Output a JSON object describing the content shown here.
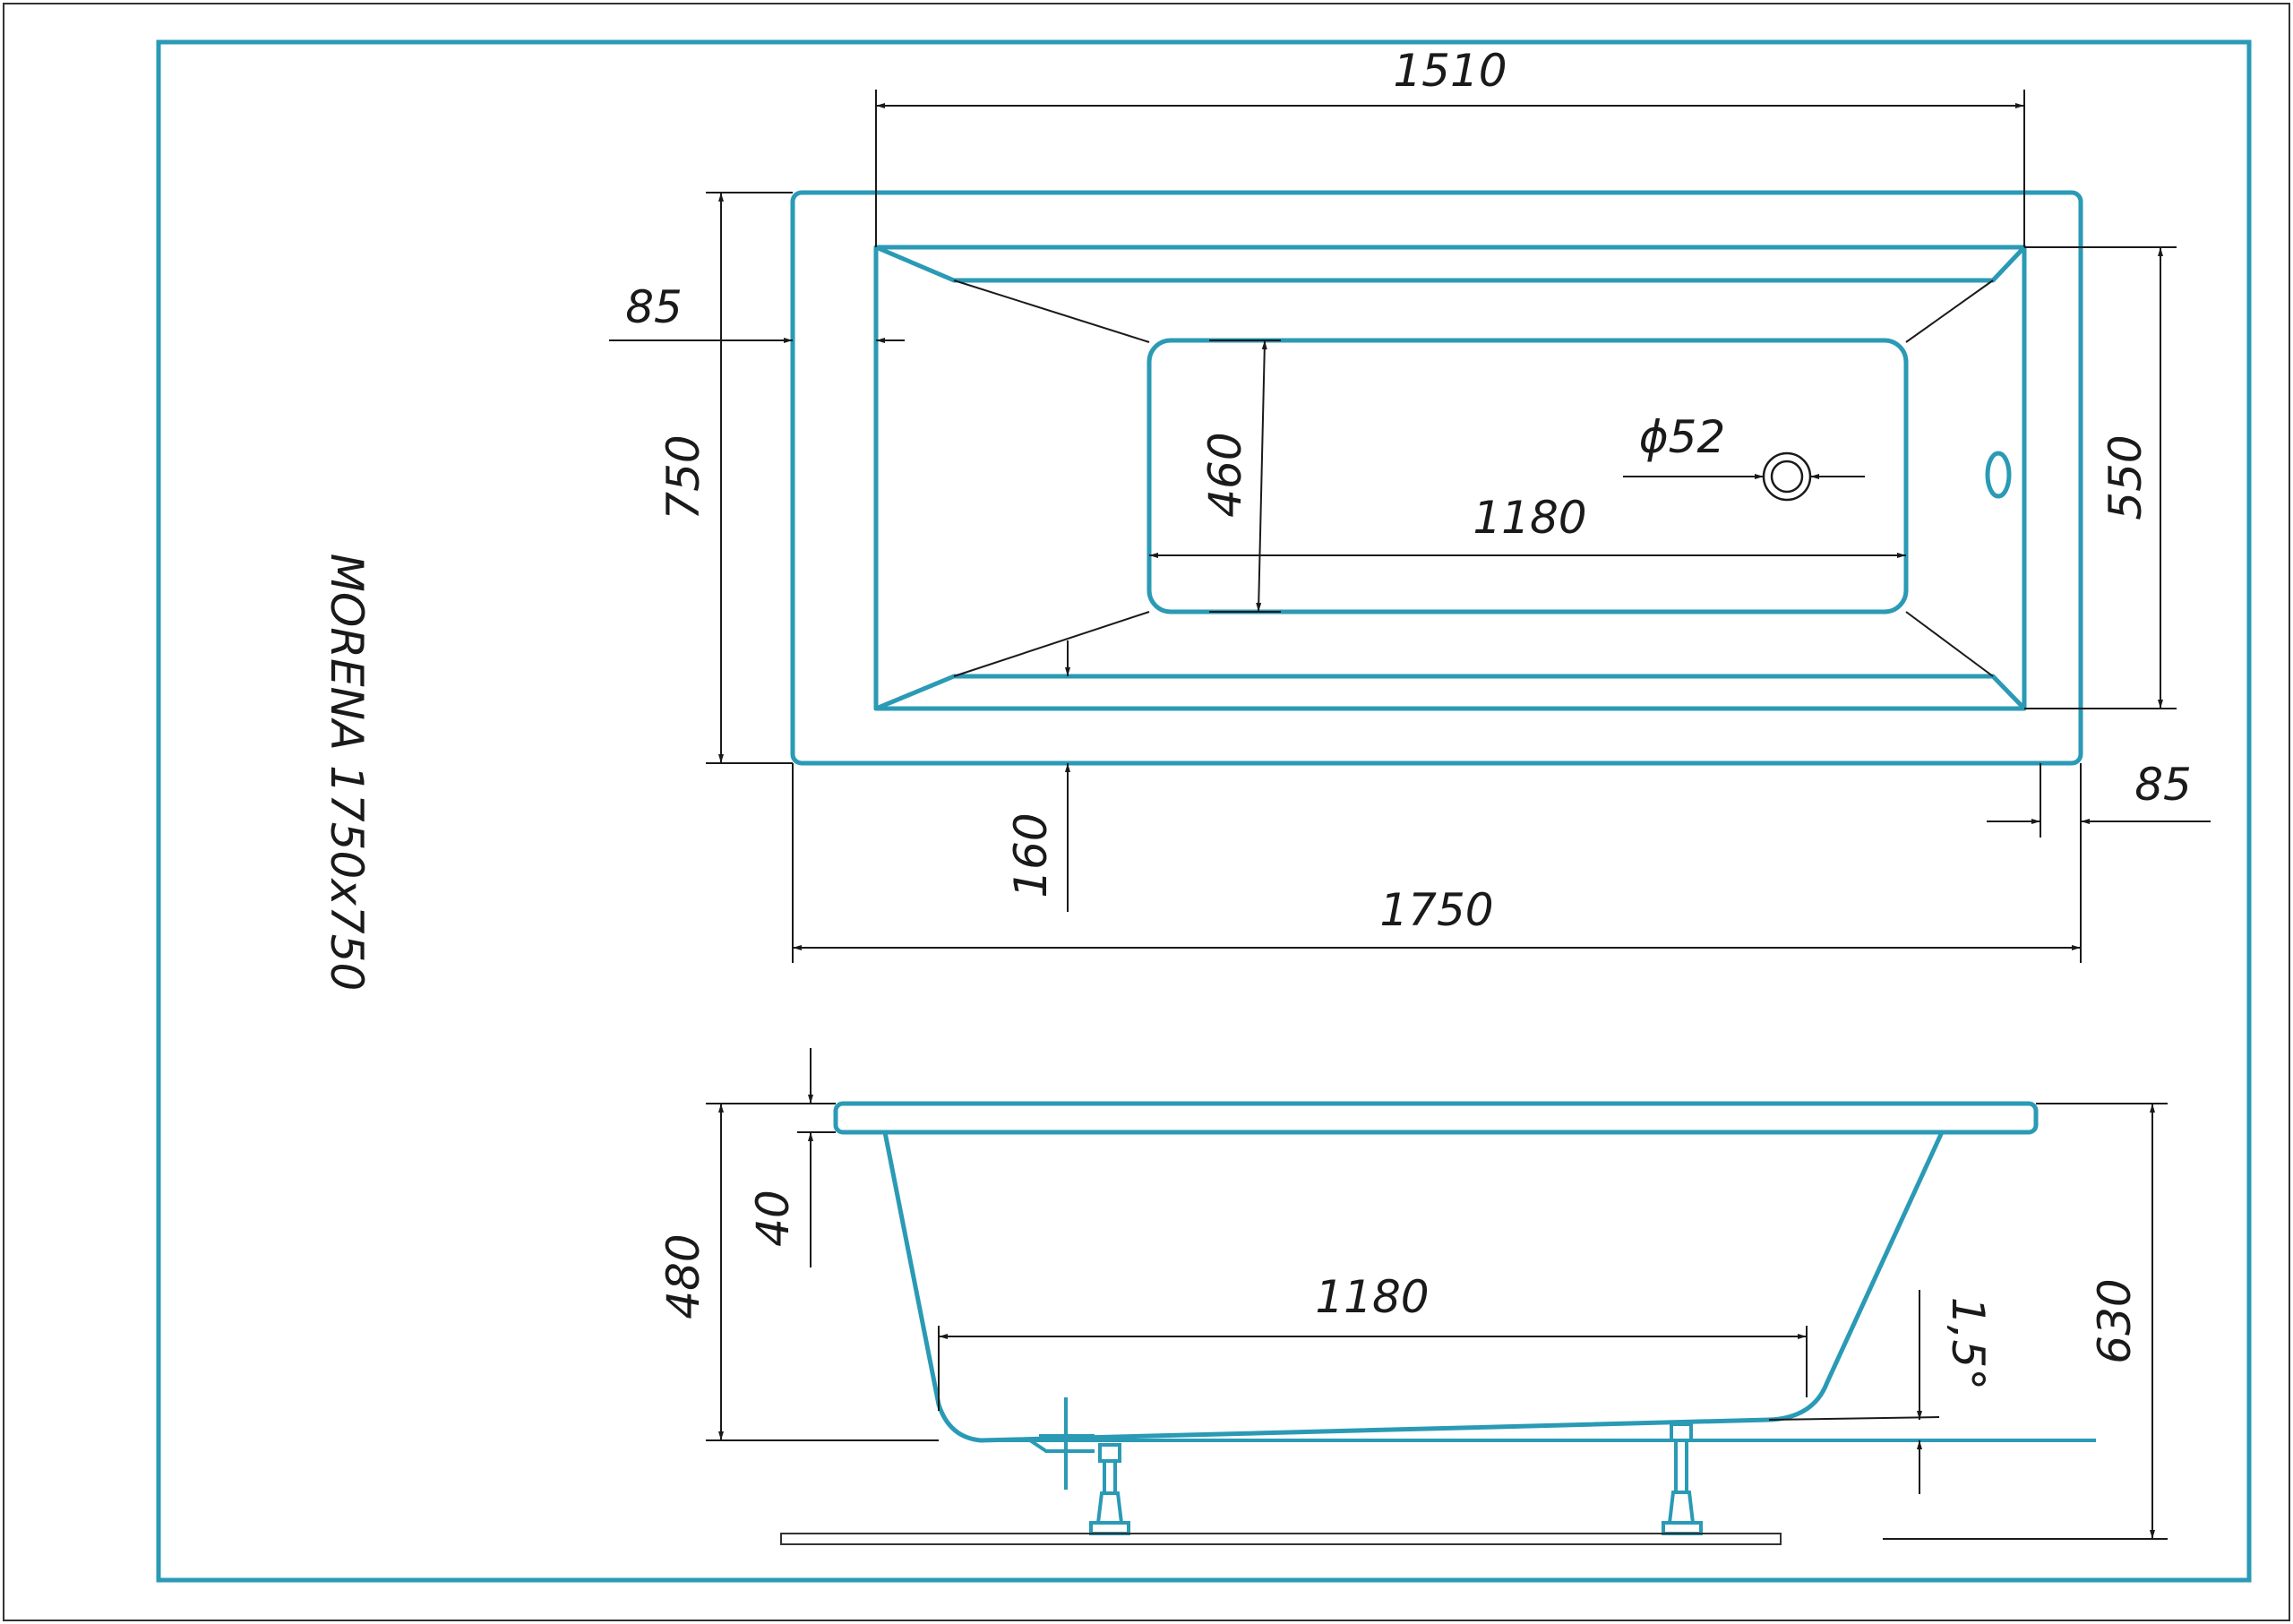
{
  "title": "MORENA 1750x750",
  "colors": {
    "outline": "#2a9ab5",
    "dimension": "#1a1a1a"
  },
  "plan": {
    "overall_length": "1510",
    "left_rim": "85",
    "overall_width": "750",
    "inner_width": "550",
    "bottom_width": "460",
    "bottom_length": "1180",
    "drain_diameter": "ϕ52",
    "end_offset": "160",
    "right_rim": "85",
    "outer_length": "1750"
  },
  "side": {
    "rim_thickness": "40",
    "depth": "480",
    "bottom_length": "1180",
    "slope_angle": "1,5°",
    "total_height": "630"
  }
}
